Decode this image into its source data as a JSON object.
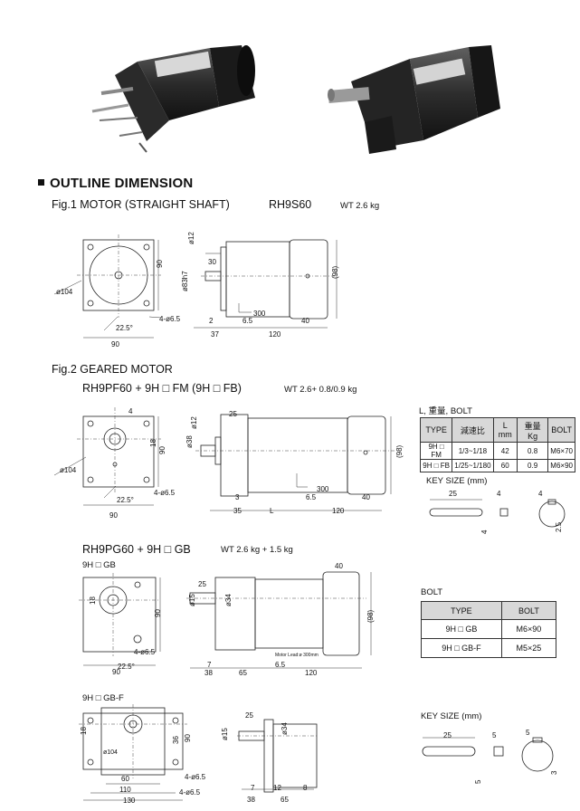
{
  "heading": "OUTLINE DIMENSION",
  "fig1": {
    "title": "Fig.1 MOTOR (STRAIGHT SHAFT)",
    "model": "RH9S60",
    "weight": "WT 2.6 kg",
    "dims": {
      "d104": "ø104",
      "d90v": "90",
      "d90h": "90",
      "hole": "4-ø6.5",
      "ang": "22.5°",
      "shaft_dia": "ø12",
      "pilot": "ø83h7",
      "key": "30",
      "lead": "300",
      "t2": "2",
      "t37": "37",
      "t65": "6.5",
      "t120": "120",
      "t40": "40",
      "t98": "(98)"
    }
  },
  "fig2": {
    "title": "Fig.2 GEARED MOTOR",
    "model": "RH9PF60 + 9H □ FM (9H □ FB)",
    "weight": "WT 2.6+ 0.8/0.9 kg",
    "dims": {
      "d4": "4",
      "d18": "18",
      "d90v": "90",
      "d90h": "90",
      "d104": "ø104",
      "hole": "4-ø6.5",
      "ang": "22.5°",
      "shaft": "ø12",
      "pilot": "ø38",
      "k25": "25",
      "lead": "300",
      "t3": "3",
      "t35": "35",
      "tL": "L",
      "t65": "6.5",
      "t120": "120",
      "t40": "40",
      "t98": "(98)"
    },
    "table": {
      "caption": "L, 重量, BOLT",
      "headers": [
        "TYPE",
        "減速比",
        "L mm",
        "重量 Kg",
        "BOLT"
      ],
      "rows": [
        [
          "9H □ FM",
          "1/3~1/18",
          "42",
          "0.8",
          "M6×70"
        ],
        [
          "9H □ FB",
          "1/25~1/180",
          "60",
          "0.9",
          "M6×90"
        ]
      ]
    },
    "key_size": {
      "title": "KEY SIZE (mm)",
      "k25": "25",
      "k4a": "4",
      "k4b": "4",
      "k4c": "4",
      "k25b": "2.5"
    }
  },
  "fig3": {
    "model": "RH9PG60 + 9H □ GB",
    "weight": "WT 2.6 kg + 1.5 kg",
    "sub": "9H □ GB",
    "dims": {
      "d18": "18",
      "d90v": "90",
      "d90h": "90",
      "hole": "4-ø6.5",
      "ang": "22.5°",
      "k25": "25",
      "shaft": "ø15",
      "d34": "ø34",
      "t7": "7",
      "t38": "38",
      "t65": "65",
      "t120": "120",
      "t40": "40",
      "t98": "(98)",
      "t65b": "6.5",
      "lead": "Motor Lead:ø 300mm"
    },
    "bolt_table": {
      "caption": "BOLT",
      "headers": [
        "TYPE",
        "BOLT"
      ],
      "rows": [
        [
          "9H □ GB",
          "M6×90"
        ],
        [
          "9H □ GB-F",
          "M5×25"
        ]
      ]
    }
  },
  "fig4": {
    "sub": "9H □ GB-F",
    "dims": {
      "d18": "18",
      "d104": "ø104",
      "d36": "36",
      "d90": "90",
      "t60": "60",
      "t110": "110",
      "t130": "130",
      "hole": "4-ø6.5",
      "hole2": "4-ø6.5",
      "k25": "25",
      "shaft": "ø15",
      "d34": "ø34",
      "t7": "7",
      "t38": "38",
      "t12": "12",
      "t8": "8",
      "t65": "65"
    },
    "key_size": {
      "title": "KEY SIZE (mm)",
      "k25": "25",
      "k5a": "5",
      "k5b": "5",
      "k3": "3"
    }
  }
}
